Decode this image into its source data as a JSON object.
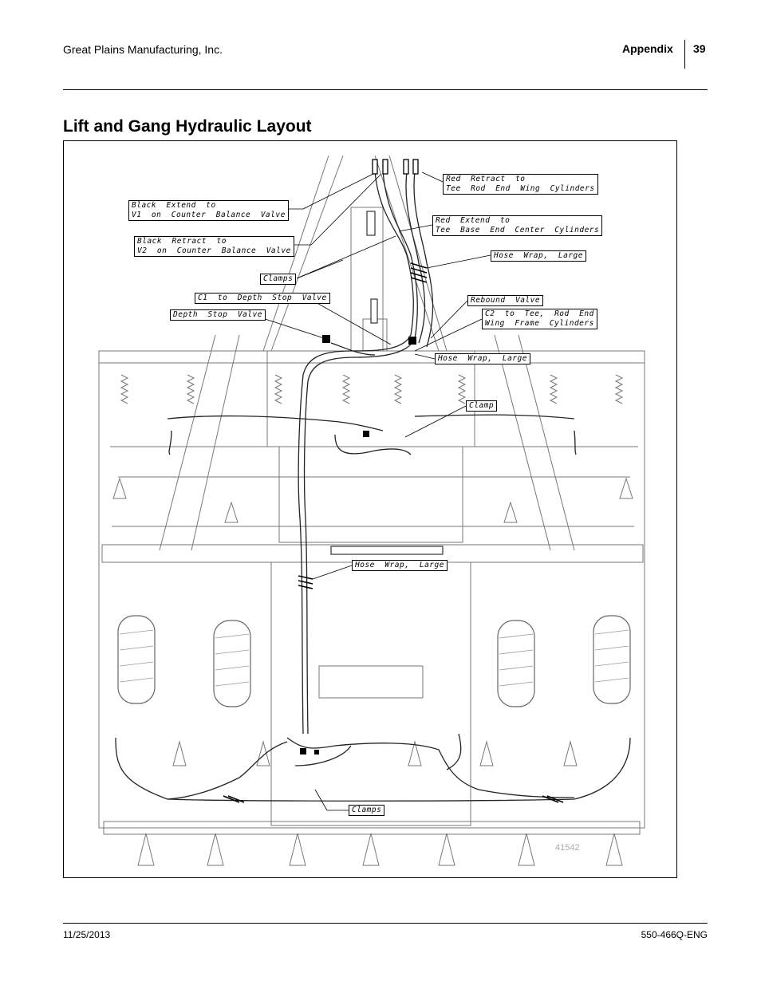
{
  "header": {
    "company": "Great Plains Manufacturing, Inc.",
    "section": "Appendix",
    "page_number": "39"
  },
  "title": "Lift and Gang Hydraulic Layout",
  "diagram": {
    "figure_number": "41542",
    "callouts": {
      "red_retract": "Red  Retract  to\nTee  Rod  End  Wing  Cylinders",
      "black_extend": "Black  Extend  to\nV1  on  Counter  Balance  Valve",
      "red_extend": "Red  Extend  to\nTee  Base  End  Center  Cylinders",
      "black_retract": "Black  Retract  to\nV2  on  Counter  Balance  Valve",
      "hose_wrap_top": "Hose  Wrap,  Large",
      "clamps_top": "Clamps",
      "c1": "C1  to  Depth  Stop  Valve",
      "rebound_valve": "Rebound  Valve",
      "depth_stop_valve": "Depth  Stop  Valve",
      "c2": "C2  to  Tee,  Rod  End\nWing  Frame  Cylinders",
      "hose_wrap_mid": "Hose  Wrap,  Large",
      "clamp_mid": "Clamp",
      "hose_wrap_low": "Hose  Wrap,  Large",
      "clamps_bottom": "Clamps"
    }
  },
  "footer": {
    "date": "11/25/2013",
    "doc_number": "550-466Q-ENG"
  }
}
